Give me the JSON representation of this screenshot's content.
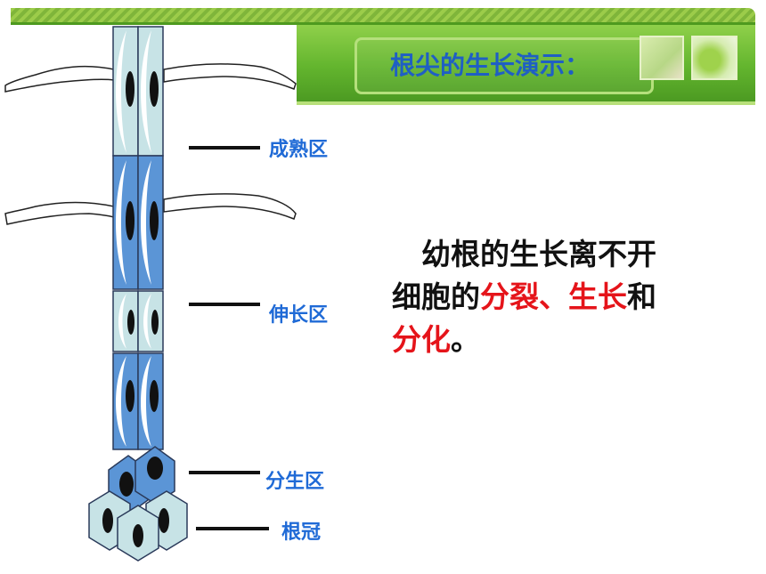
{
  "slide": {
    "title": "根尖的生长演示："
  },
  "labels": {
    "maturation": "成熟区",
    "elongation": "伸长区",
    "meristem": "分生区",
    "root_cap": "根冠"
  },
  "paragraph": {
    "line1": "幼根的生长离不开",
    "line2_prefix": "细胞的",
    "highlight1": "分裂、生长",
    "line2_mid": "和",
    "highlight2": "分化",
    "suffix": "。"
  },
  "colors": {
    "banner_green": "#63b52e",
    "title_blue": "#1f5fc4",
    "label_blue": "#1f6ad6",
    "highlight_red": "#e5141a",
    "cell_light": "#c7e3e6",
    "cell_dark": "#5b95d6"
  }
}
